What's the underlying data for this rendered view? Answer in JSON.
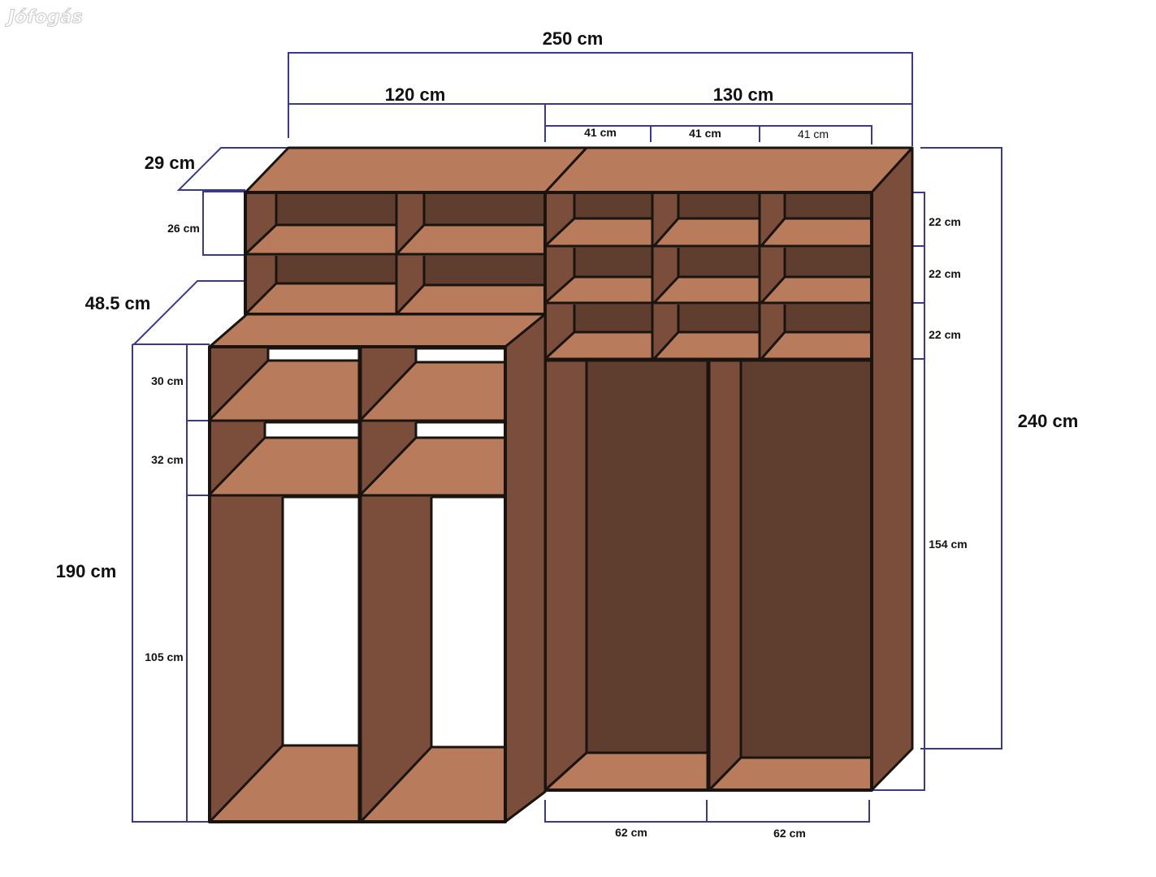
{
  "watermark": "Jófogás",
  "colors": {
    "top_face": "#b87c5c",
    "shelf_face": "#b87c5c",
    "side_panel": "#7a4e3a",
    "back_panel": "#603e2f",
    "outline": "#1a1410",
    "dimension_line": "#3a3a8c"
  },
  "dimensions": {
    "total_width": "250 cm",
    "left_width": "120 cm",
    "right_width": "130 cm",
    "top_cell_1": "41 cm",
    "top_cell_2": "41 cm",
    "top_cell_3": "41 cm",
    "top_depth": "29 cm",
    "top_shelf_height": "26 cm",
    "lower_depth": "48.5 cm",
    "shelf_30": "30 cm",
    "shelf_32": "32 cm",
    "hanging_105": "105 cm",
    "lower_height": "190 cm",
    "right_cell_1": "22 cm",
    "right_cell_2": "22 cm",
    "right_cell_3": "22 cm",
    "right_hanging": "154 cm",
    "total_height": "240 cm",
    "bottom_left": "62 cm",
    "bottom_right": "62 cm"
  }
}
